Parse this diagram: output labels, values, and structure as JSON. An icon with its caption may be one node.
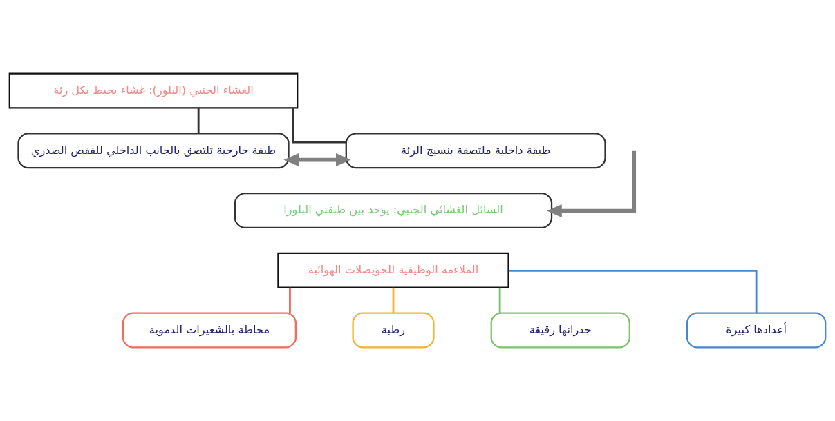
{
  "diagram": {
    "nodes": [
      {
        "text": [
          "الغشاء الجنبي (البلور): غشاء يحيط بكل رئة"
        ]
      },
      {
        "text": [
          "طبقة داخلية ملتصقة بنسيج الرئة"
        ]
      },
      {
        "text": [
          "طبقة خارجية تلتصق بالجانب الداخلي للقفص الصدري"
        ]
      },
      {
        "text": [
          "السائل الغشائي الجنبي: يوجد بين طبقتي البلورا"
        ]
      },
      {
        "text": [
          "الملاءمة الوظيفية للحويصلات الهوائية"
        ]
      },
      {
        "text": [
          "أعدادها كبيرة"
        ]
      },
      {
        "text": [
          "جدرانها رقيقة"
        ]
      },
      {
        "text": [
          "رطبة"
        ]
      },
      {
        "text": [
          "محاطة بالشعيرات الدموية"
        ]
      }
    ],
    "edges": [
      {
        "from": 0,
        "to": 1,
        "arrow": "none",
        "color": "#333333"
      },
      {
        "from": 0,
        "to": 2,
        "arrow": "none",
        "color": "#333333"
      },
      {
        "from": 2,
        "to": 1,
        "arrow": "both",
        "style": "thick",
        "color": "#808080"
      },
      {
        "from": null,
        "to": 3,
        "arrow": "to",
        "style": "thick",
        "color": "#808080"
      },
      {
        "from": 4,
        "to": 5,
        "arrow": "none",
        "color": "#4a86d0"
      },
      {
        "from": 4,
        "to": 6,
        "arrow": "none",
        "color": "#7cc36a"
      },
      {
        "from": 4,
        "to": 7,
        "arrow": "none",
        "color": "#f5b32a"
      },
      {
        "from": 4,
        "to": 8,
        "arrow": "none",
        "color": "#f26b5b"
      }
    ]
  }
}
